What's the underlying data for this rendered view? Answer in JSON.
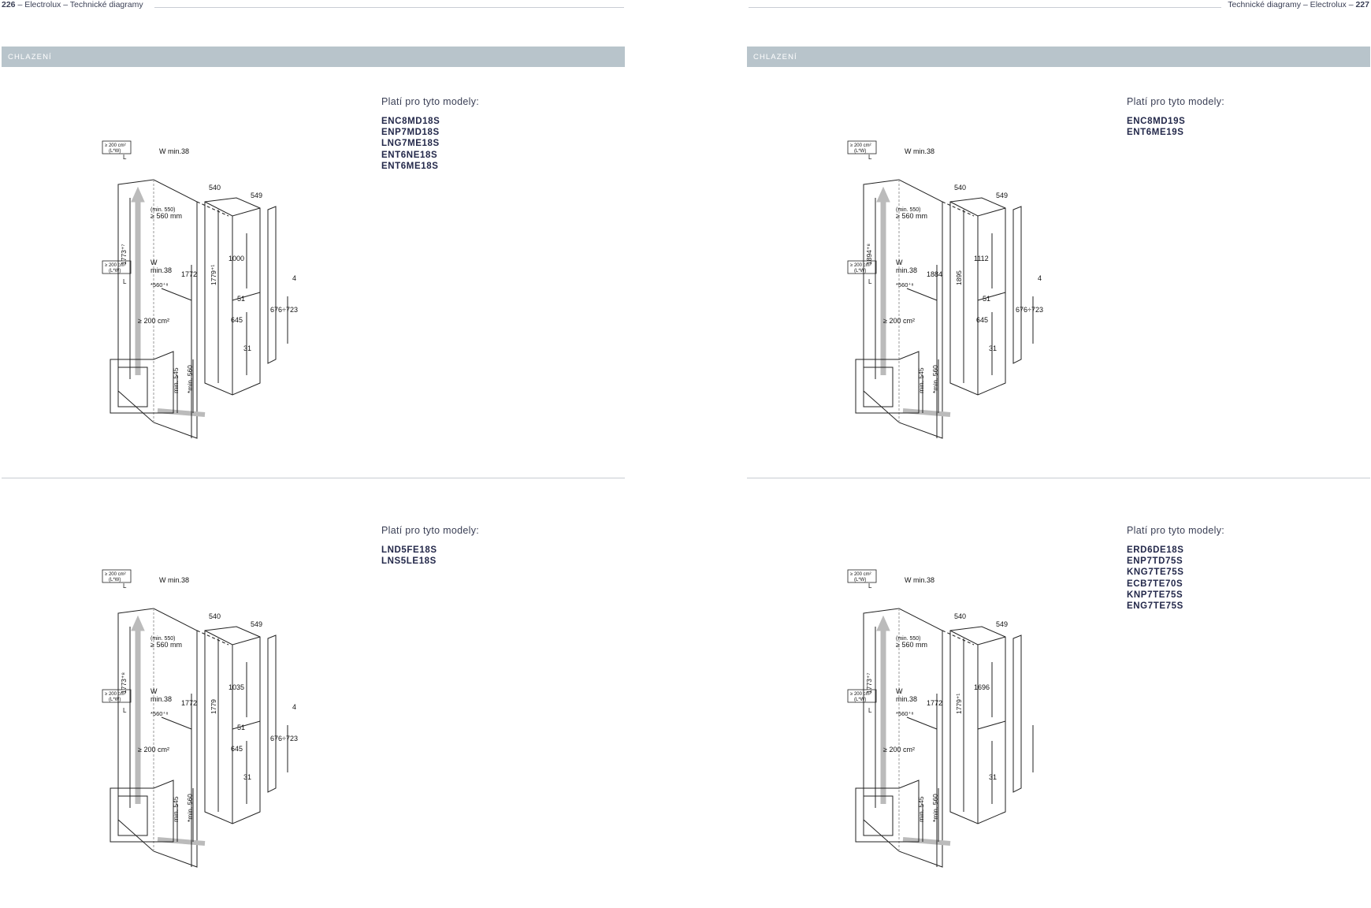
{
  "header": {
    "left": {
      "page": "226",
      "text": " – Electrolux – Technické diagramy"
    },
    "right": {
      "text": "Technické diagramy – Electrolux – ",
      "page": "227"
    }
  },
  "section_label": "CHLAZENÍ",
  "panels": [
    {
      "title": "Platí pro tyto modely:",
      "models": [
        "ENC8MD18S",
        "ENP7MD18S",
        "LNG7ME18S",
        "ENT6NE18S",
        "ENT6ME18S"
      ],
      "dims": {
        "vent": "≥ 200 cm²",
        "vent_sub": "(L*W)",
        "L": "L",
        "w_top": "W min.38",
        "niche_h": "1773⁺⁷",
        "gap_small": "(min. 550)",
        "gap": "≥ 560 mm",
        "w_low": "W",
        "w_low2": "min.38",
        "depth": "*560⁺⁸",
        "niche_inner": "1772",
        "appliance_h": "1779⁺¹",
        "width": "540",
        "depth_top": "549",
        "upper": "1000",
        "gap_mid": "51",
        "lower": "645",
        "base": "31",
        "door_gap": "4",
        "door": "676÷723",
        "plinth_a": "min. 545",
        "plinth_b": "*min. 560",
        "vent_bottom": "≥ 200 cm²"
      }
    },
    {
      "title": "Platí pro tyto modely:",
      "models": [
        "ENC8MD19S",
        "ENT6ME19S"
      ],
      "dims": {
        "vent": "≥ 200 cm²",
        "vent_sub": "(L*W)",
        "L": "L",
        "w_top": "W min.38",
        "niche_h": "1894⁺⁸",
        "gap_small": "(min. 550)",
        "gap": "≥ 560 mm",
        "w_low": "W",
        "w_low2": "min.38",
        "depth": "*560⁺⁸",
        "niche_inner": "1884",
        "appliance_h": "1895",
        "width": "540",
        "depth_top": "549",
        "upper": "1112",
        "gap_mid": "51",
        "lower": "645",
        "base": "31",
        "door_gap": "4",
        "door": "676÷723",
        "plinth_a": "min. 545",
        "plinth_b": "*min. 560",
        "vent_bottom": "≥ 200 cm²"
      }
    },
    {
      "title": "Platí pro tyto modely:",
      "models": [
        "LND5FE18S",
        "LNS5LE18S"
      ],
      "dims": {
        "vent": "≥ 200 cm²",
        "vent_sub": "(L*W)",
        "L": "L",
        "w_top": "W min.38",
        "niche_h": "1773⁺⁸",
        "gap_small": "(min. 550)",
        "gap": "≥ 560 mm",
        "w_low": "W",
        "w_low2": "min.38",
        "depth": "*560⁺⁸",
        "niche_inner": "1772",
        "appliance_h": "1779",
        "width": "540",
        "depth_top": "549",
        "upper": "1035",
        "gap_mid": "51",
        "lower": "645",
        "base": "31",
        "door_gap": "4",
        "door": "676÷723",
        "plinth_a": "min. 545",
        "plinth_b": "*min. 560",
        "vent_bottom": "≥ 200 cm²"
      }
    },
    {
      "title": "Platí pro tyto modely:",
      "models": [
        "ERD6DE18S",
        "ENP7TD75S",
        "KNG7TE75S",
        "ECB7TE70S",
        "KNP7TE75S",
        "ENG7TE75S"
      ],
      "dims": {
        "vent": "≥ 200 cm²",
        "vent_sub": "(L*W)",
        "L": "L",
        "w_top": "W min.38",
        "niche_h": "1773⁺⁷",
        "gap_small": "(min. 550)",
        "gap": "≥ 560 mm",
        "w_low": "W",
        "w_low2": "min.38",
        "depth": "*560⁺⁸",
        "niche_inner": "1772",
        "appliance_h": "1779⁺¹",
        "width": "540",
        "depth_top": "549",
        "upper": "1696",
        "gap_mid": "",
        "lower": "",
        "base": "31",
        "door_gap": "",
        "door": "",
        "plinth_a": "min. 545",
        "plinth_b": "*min. 560",
        "vent_bottom": "≥ 200 cm²"
      }
    }
  ]
}
